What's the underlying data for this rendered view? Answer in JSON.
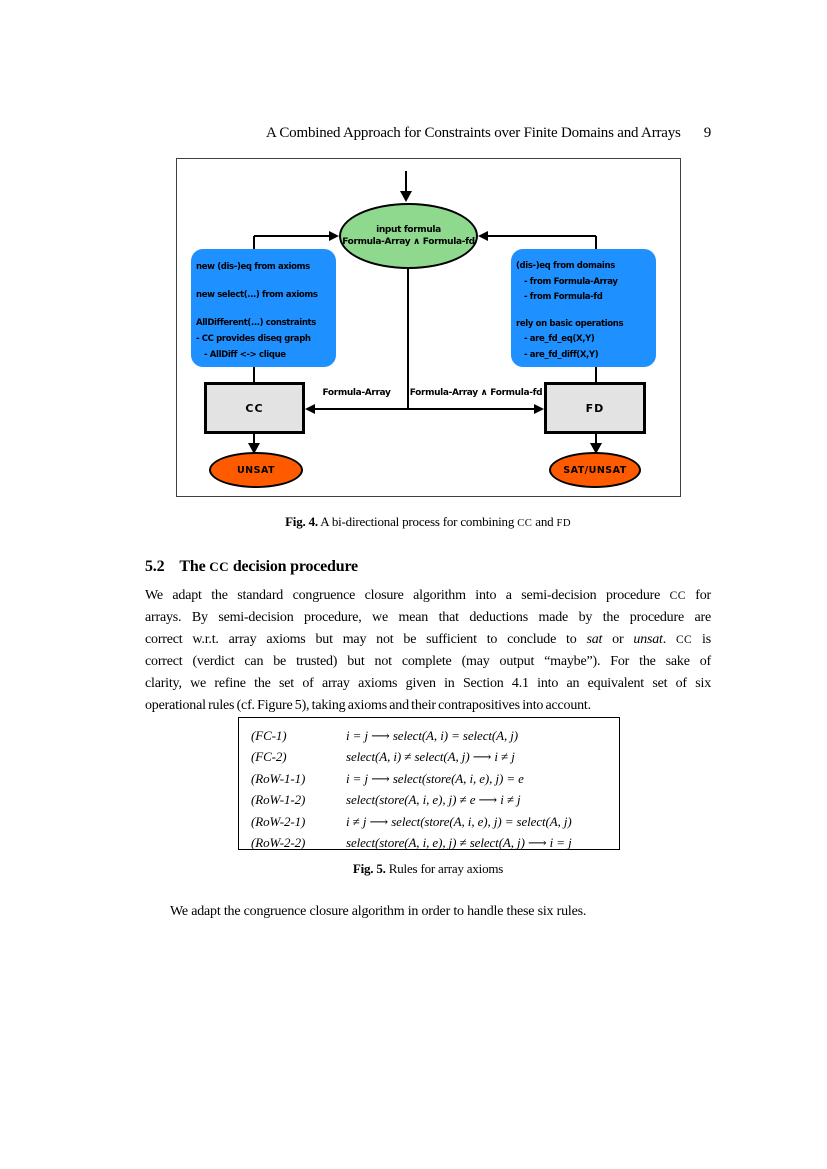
{
  "colors": {
    "node_green": "#8fd98f",
    "node_blue": "#1f90ff",
    "node_orange": "#fe5a00",
    "box_gray": "#e3e3e3"
  },
  "header": {
    "title": "A Combined Approach for Constraints over Finite Domains and Arrays",
    "page_number": "9"
  },
  "fig4": {
    "input_node_line1": "input formula",
    "input_node_line2": "Formula-Array ∧ Formula-fd",
    "left_box_lines": [
      "new (dis-)eq from axioms",
      "new select(...) from axioms",
      "AllDifferent(...) constraints",
      "- CC provides diseq graph",
      "- AllDiff <-> clique"
    ],
    "right_box_lines": [
      "(dis-)eq from domains",
      "- from Formula-Array",
      "- from Formula-fd",
      "rely on basic operations",
      "- are_fd_eq(X,Y)",
      "- are_fd_diff(X,Y)"
    ],
    "cc_label": "CC",
    "fd_label": "FD",
    "arrow_label_left": "Formula-Array",
    "arrow_label_center": "Formula-Array ∧ Formula-fd",
    "unsat_label": "UNSAT",
    "sat_unsat_label": "SAT/UNSAT",
    "caption_label": "Fig. 4.",
    "caption_rest": [
      {
        "t": " A bi-directional process for combining "
      },
      {
        "t": "CC",
        "c": "sc"
      },
      {
        "t": " and "
      },
      {
        "t": "FD",
        "c": "sc"
      }
    ]
  },
  "section": {
    "number": "5.2",
    "title": [
      {
        "t": "The "
      },
      {
        "t": "CC",
        "c": "sc"
      },
      {
        "t": " decision procedure"
      }
    ]
  },
  "paragraph": {
    "lines": [
      [
        {
          "t": "We adapt the standard congruence closure algorithm into a semi-decision procedure "
        },
        {
          "t": "CC",
          "c": "sc"
        },
        {
          "t": " for"
        }
      ],
      [
        {
          "t": "arrays. By semi-decision procedure, we mean that deductions made by the procedure are"
        }
      ],
      [
        {
          "t": "correct w.r.t. array axioms but may not be sufficient to conclude to "
        },
        {
          "t": "sat",
          "c": "it"
        },
        {
          "t": " or "
        },
        {
          "t": "unsat",
          "c": "it"
        },
        {
          "t": ". "
        },
        {
          "t": "CC",
          "c": "sc"
        },
        {
          "t": " is"
        }
      ],
      [
        {
          "t": "correct (verdict can be trusted) but not complete (may output “maybe”). For the sake of"
        }
      ],
      [
        {
          "t": "clarity, we refine the set of array axioms given in Section 4.1 into an equivalent set of six"
        }
      ],
      [
        {
          "t": "operational rules (cf. Figure 5), taking axioms and their contrapositives into account."
        }
      ]
    ]
  },
  "fig5": {
    "rules": [
      {
        "label": "(FC-1)",
        "formula": "i = j ⟶ select(A, i) = select(A, j)"
      },
      {
        "label": "(FC-2)",
        "formula": "select(A, i) ≠ select(A, j) ⟶ i ≠ j"
      },
      {
        "label": "(RoW-1-1)",
        "formula": "i = j ⟶ select(store(A, i, e), j) = e"
      },
      {
        "label": "(RoW-1-2)",
        "formula": "select(store(A, i, e), j) ≠ e ⟶ i ≠ j"
      },
      {
        "label": "(RoW-2-1)",
        "formula": "i ≠ j ⟶ select(store(A, i, e), j) = select(A, j)"
      },
      {
        "label": "(RoW-2-2)",
        "formula": "select(store(A, i, e), j) ≠ select(A, j) ⟶ i = j"
      }
    ],
    "caption_label": "Fig. 5.",
    "caption_rest": " Rules for array axioms"
  },
  "closing": {
    "text": "We adapt the congruence closure algorithm in order to handle these six rules."
  }
}
